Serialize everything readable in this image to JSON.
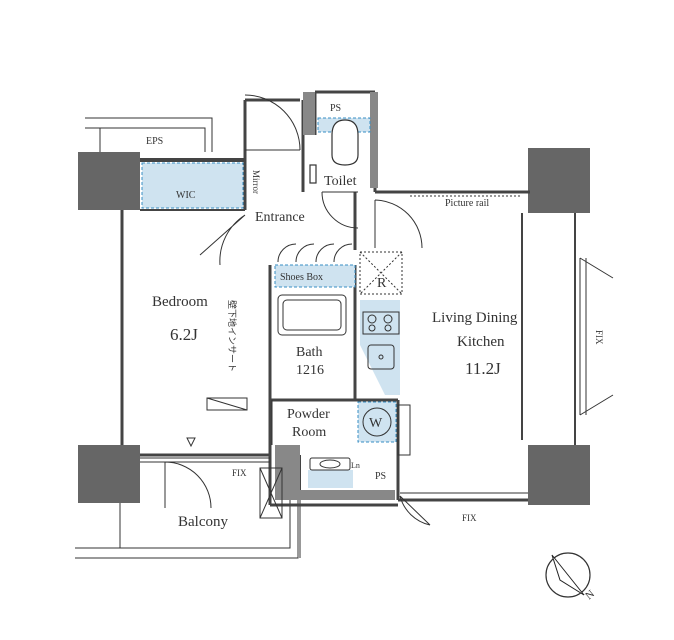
{
  "rooms": {
    "eps": "EPS",
    "ps_top": "PS",
    "wic": "WIC",
    "mirror": "Mirror",
    "toilet": "Toilet",
    "entrance": "Entrance",
    "shoes_box": "Shoes Box",
    "picture_rail": "Picture rail",
    "refrigerator": "R",
    "bedroom": "Bedroom",
    "bedroom_size": "6.2J",
    "bath": "Bath",
    "bath_size": "1216",
    "ldk_line1": "Living Dining",
    "ldk_line2": "Kitchen",
    "ldk_size": "11.2J",
    "fix_right": "FIX",
    "powder_room_line1": "Powder",
    "powder_room_line2": "Room",
    "washer": "W",
    "linen": "Ln",
    "ps_bottom": "PS",
    "fix_balcony": "FIX",
    "fix_bottom": "FIX",
    "balcony": "Balcony",
    "bedroom_vertical_note": "壁下地インサート"
  },
  "compass": {
    "north_label": "N"
  },
  "colors": {
    "wall": "#555555",
    "storage_fill": "#cfe3f0",
    "storage_stroke": "#3a8fc4",
    "line": "#333333"
  }
}
